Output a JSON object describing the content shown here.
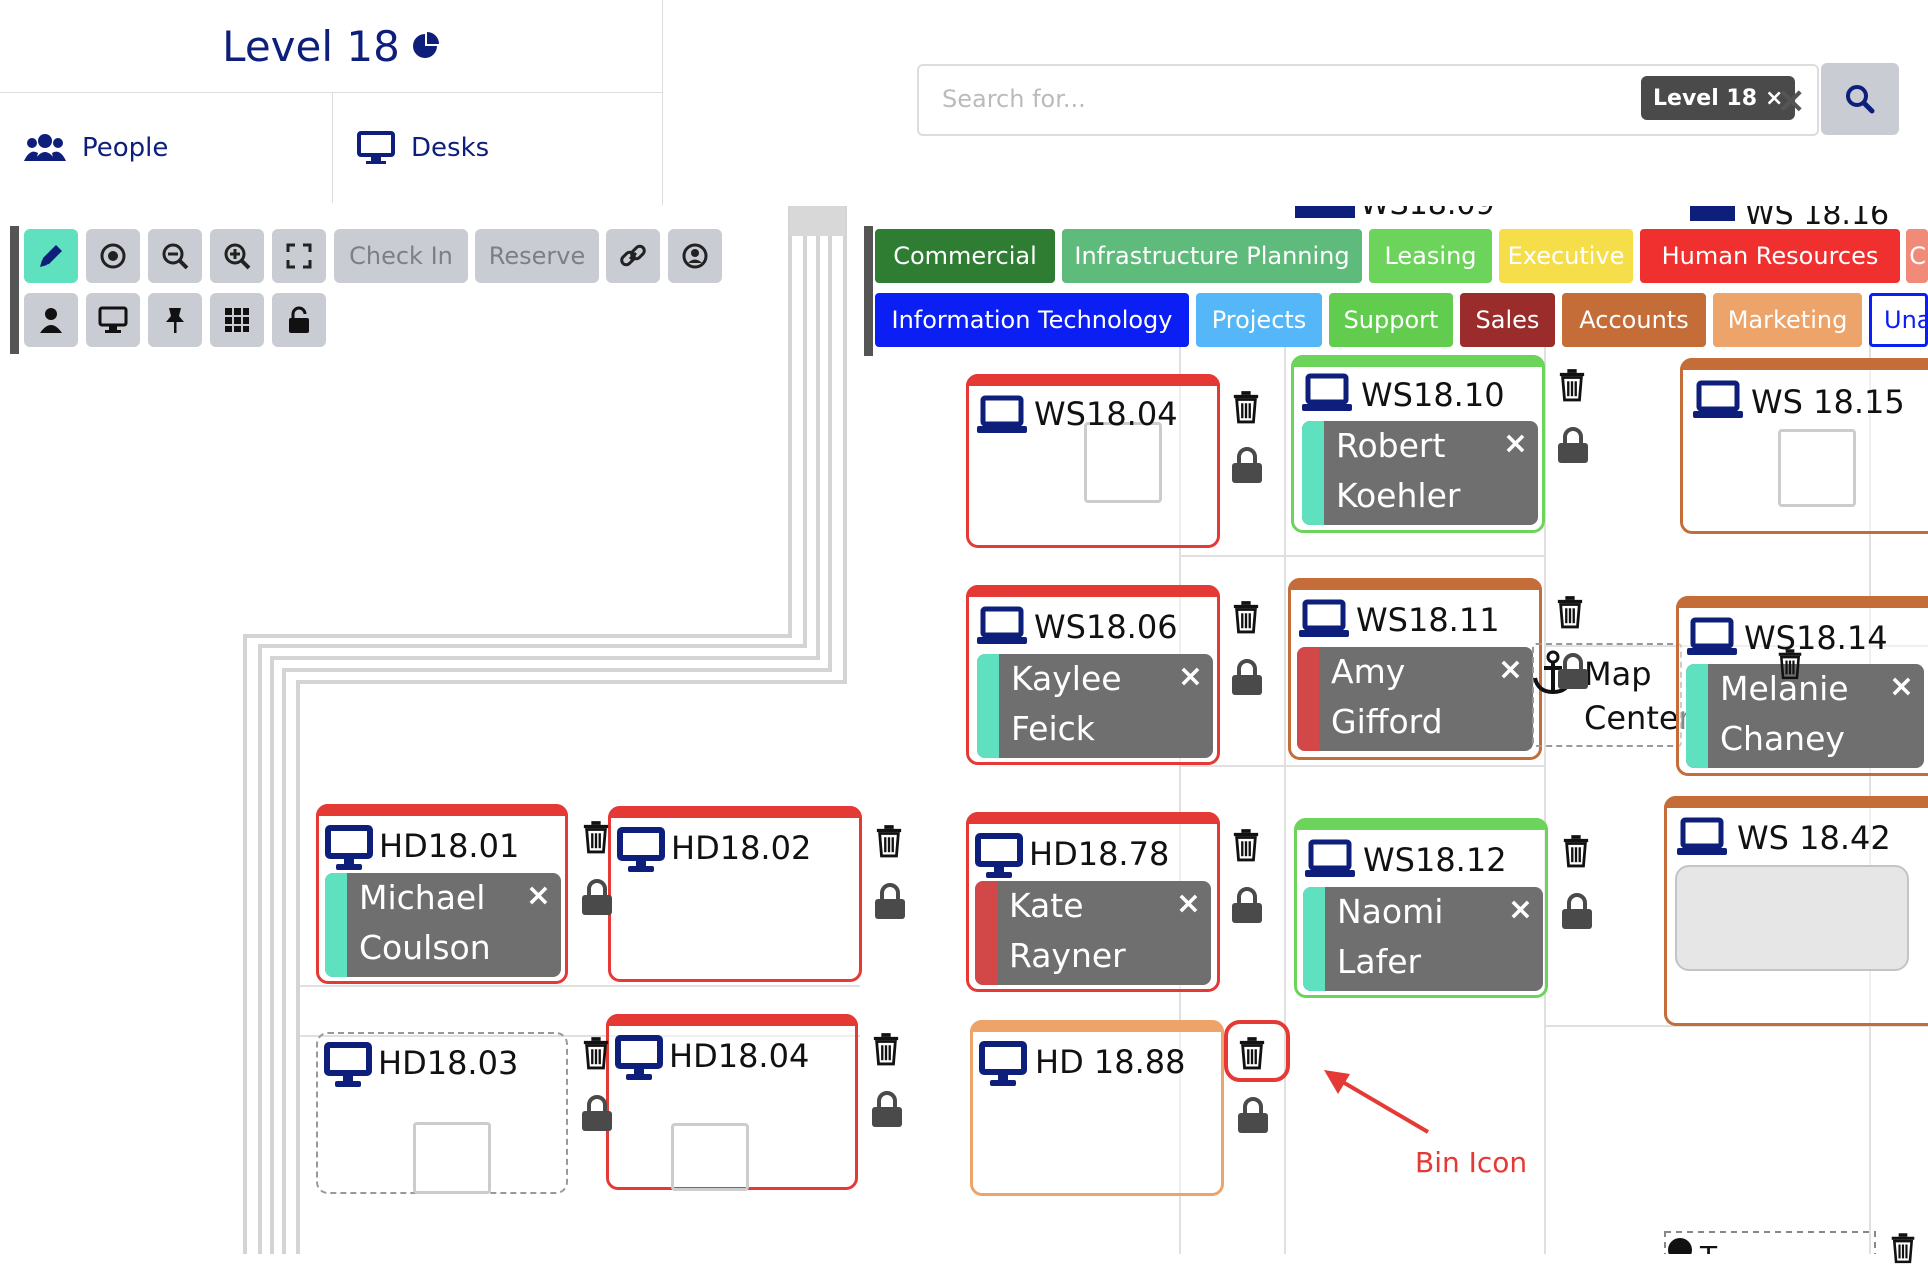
{
  "header": {
    "level_title": "Level 18",
    "tabs": [
      {
        "label": "People",
        "icon": "people-icon"
      },
      {
        "label": "Desks",
        "icon": "desktop-icon"
      }
    ]
  },
  "search": {
    "placeholder": "Search for...",
    "tag_label": "Level 18",
    "tag_remove": "×",
    "clear": "×"
  },
  "toolbar": {
    "row1": [
      "pencil-icon",
      "target-icon",
      "zoom-out-icon",
      "zoom-in-icon",
      "expand-icon"
    ],
    "check_in": "Check In",
    "reserve": "Reserve",
    "row1_extra": [
      "link-icon",
      "user-circle-icon"
    ],
    "row2": [
      "person-icon",
      "desktop-icon",
      "pin-icon",
      "grid-icon",
      "unlock-icon"
    ],
    "active_color": "#5fe0bf"
  },
  "departments": {
    "row1": [
      {
        "label": "Commercial",
        "color": "#2e7d32"
      },
      {
        "label": "Infrastructure Planning",
        "color": "#5fbb7b"
      },
      {
        "label": "Leasing",
        "color": "#6cd45a"
      },
      {
        "label": "Executive",
        "color": "#f5de4a"
      },
      {
        "label": "Human Resources",
        "color": "#f02f2f"
      },
      {
        "label": "C",
        "color": "#f28a7a"
      }
    ],
    "row2": [
      {
        "label": "Information Technology",
        "color": "#0b1ff5"
      },
      {
        "label": "Projects",
        "color": "#55b7f7"
      },
      {
        "label": "Support",
        "color": "#62cc4f"
      },
      {
        "label": "Sales",
        "color": "#9b2c2c"
      },
      {
        "label": "Accounts",
        "color": "#c46d38"
      },
      {
        "label": "Marketing",
        "color": "#eda46a"
      },
      {
        "label": "Una",
        "color": "#ffffff"
      }
    ]
  },
  "desks": {
    "ws1804": {
      "name": "WS18.04"
    },
    "ws1810": {
      "name": "WS18.10",
      "first": "Robert",
      "last": "Koehler"
    },
    "ws1815": {
      "name": "WS 18.15"
    },
    "ws1806": {
      "name": "WS18.06",
      "first": "Kaylee",
      "last": "Feick"
    },
    "ws1811": {
      "name": "WS18.11",
      "first": "Amy",
      "last": "Gifford"
    },
    "ws1814": {
      "name": "WS18.14",
      "first": "Melanie",
      "last": "Chaney"
    },
    "hd1801": {
      "name": "HD18.01",
      "first": "Michael",
      "last": "Coulson"
    },
    "hd1802": {
      "name": "HD18.02"
    },
    "hd1878": {
      "name": "HD18.78",
      "first": "Kate",
      "last": "Rayner"
    },
    "ws1812": {
      "name": "WS18.12",
      "first": "Naomi",
      "last": "Lafer"
    },
    "ws1842": {
      "name": "WS 18.42"
    },
    "hd1803": {
      "name": "HD18.03"
    },
    "hd1804": {
      "name": "HD18.04"
    },
    "hd1888": {
      "name": "HD 18.88"
    }
  },
  "map_center": {
    "line1": "Map",
    "line2": "Center"
  },
  "annotation": {
    "label": "Bin Icon",
    "color": "#e53935"
  },
  "person_close": "×"
}
